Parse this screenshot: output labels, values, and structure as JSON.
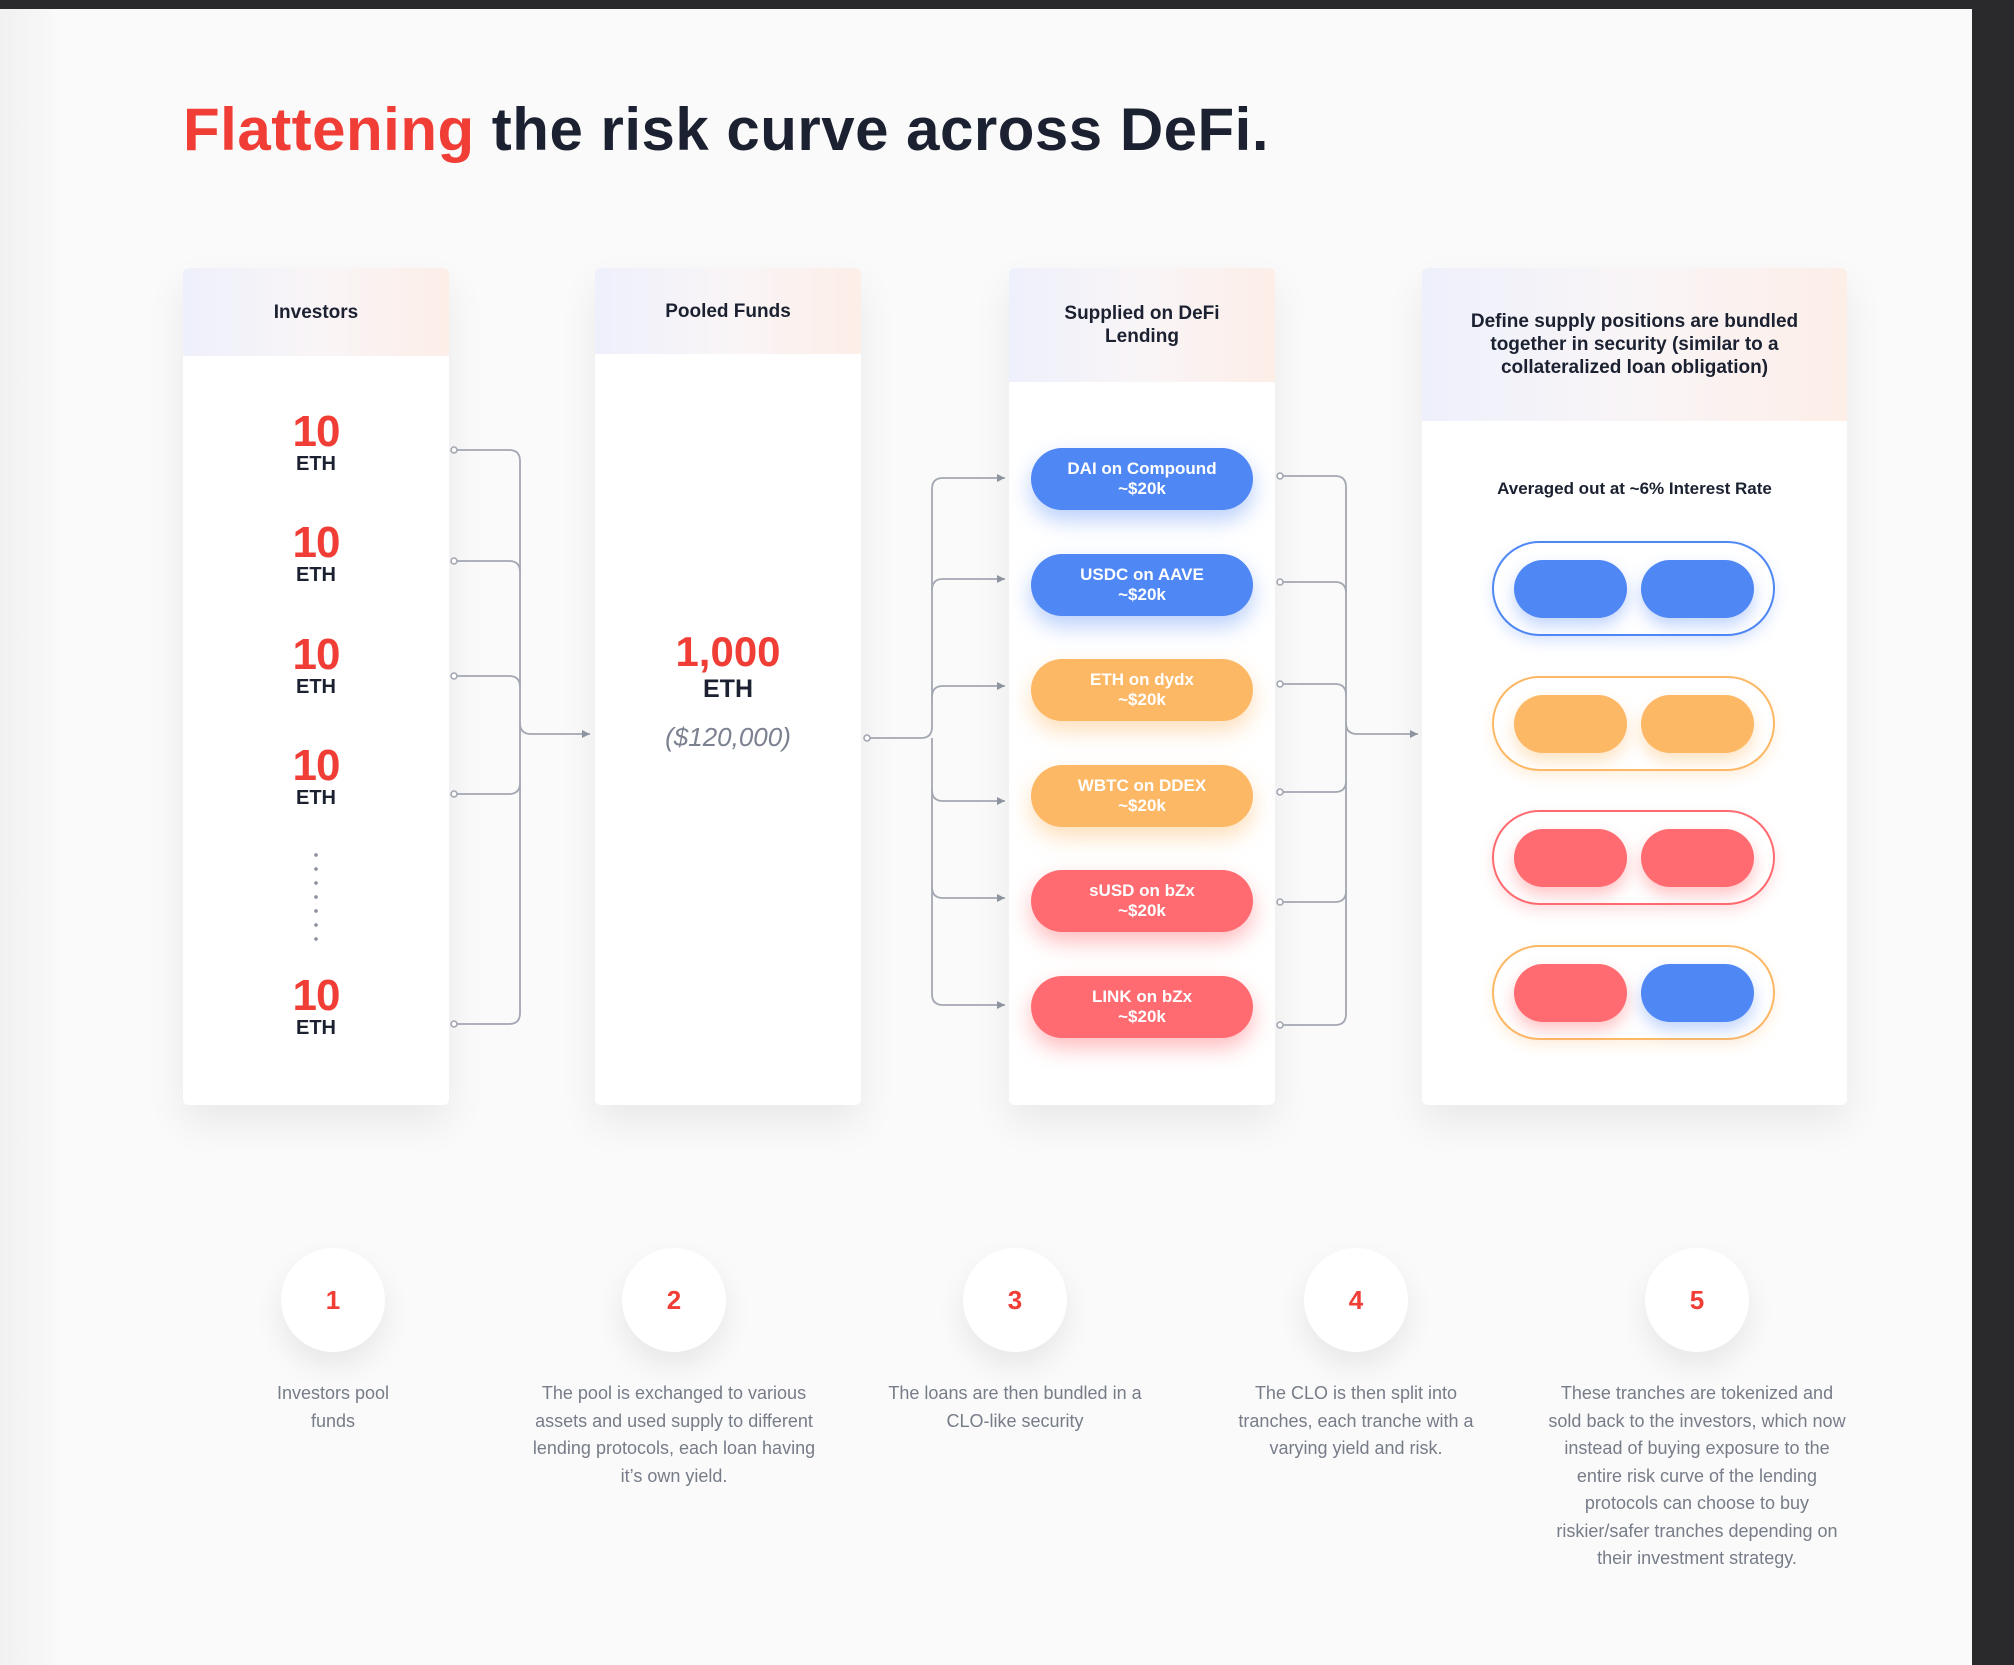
{
  "title": {
    "accent": "Flattening",
    "rest": " the risk curve across DeFi."
  },
  "columns": {
    "investors": {
      "header": "Investors",
      "items": [
        {
          "amount": "10",
          "unit": "ETH"
        },
        {
          "amount": "10",
          "unit": "ETH"
        },
        {
          "amount": "10",
          "unit": "ETH"
        },
        {
          "amount": "10",
          "unit": "ETH"
        },
        {
          "amount": "10",
          "unit": "ETH"
        }
      ]
    },
    "pooled": {
      "header": "Pooled Funds",
      "amount": "1,000",
      "unit": "ETH",
      "usd": "($120,000)"
    },
    "supplied": {
      "header": "Supplied on DeFi Lending",
      "items": [
        {
          "name": "DAI on Compound",
          "value": "~$20k",
          "color": "#4f87f5"
        },
        {
          "name": "USDC on AAVE",
          "value": "~$20k",
          "color": "#4f87f5"
        },
        {
          "name": "ETH on dydx",
          "value": "~$20k",
          "color": "#fdb866"
        },
        {
          "name": "WBTC on DDEX",
          "value": "~$20k",
          "color": "#fdb866"
        },
        {
          "name": "sUSD on bZx",
          "value": "~$20k",
          "color": "#ff6b71"
        },
        {
          "name": "LINK on bZx",
          "value": "~$20k",
          "color": "#ff6b71"
        }
      ]
    },
    "bundled": {
      "header": "Define supply positions are bundled together in security (similar to a collateralized loan obligation)",
      "subtitle": "Averaged out at ~6% Interest Rate"
    }
  },
  "colors": {
    "accent": "#f03e36",
    "blue": "#4f87f5",
    "orange": "#fdb866",
    "red": "#ff6b71",
    "text": "#1b2130",
    "muted": "#767c88"
  },
  "steps": [
    {
      "number": "1",
      "text": "Investors pool funds"
    },
    {
      "number": "2",
      "text": "The pool is exchanged to various assets and used supply to different lending protocols, each loan having it’s own yield."
    },
    {
      "number": "3",
      "text": "The loans are then bundled in a CLO-like security"
    },
    {
      "number": "4",
      "text": "The CLO is then split into tranches, each tranche with a varying yield and risk."
    },
    {
      "number": "5",
      "text": "These tranches are tokenized and sold back to the investors, which now instead of buying exposure to the entire risk curve of the lending protocols can choose to buy riskier/safer tranches depending on their investment strategy."
    }
  ]
}
